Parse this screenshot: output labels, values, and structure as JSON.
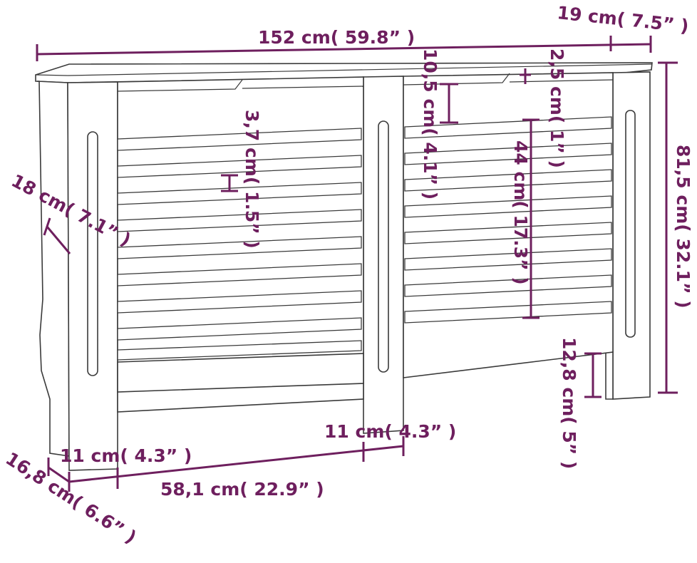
{
  "colors": {
    "dimension": "#6e1f5e",
    "outline": "#3a3a3a",
    "background": "#ffffff"
  },
  "dimensions": {
    "width_total": "152 cm( 59.8” )",
    "depth_top": "19 cm( 7.5” )",
    "height_total": "81,5 cm( 32.1” )",
    "top_gap": "10,5 cm( 4.1” )",
    "top_thickness": "2,5 cm( 1” )",
    "slat_height": "3,7 cm( 1.5” )",
    "louver_height": "44 cm( 17.3” )",
    "side_depth": "18 cm( 7.1” )",
    "bottom_clearance": "12,8 cm( 5” )",
    "middle_leg": "11 cm( 4.3” )",
    "side_leg": "11 cm( 4.3” )",
    "panel_width": "58,1 cm( 22.9” )",
    "base_depth": "16,8 cm( 6.6” )"
  }
}
